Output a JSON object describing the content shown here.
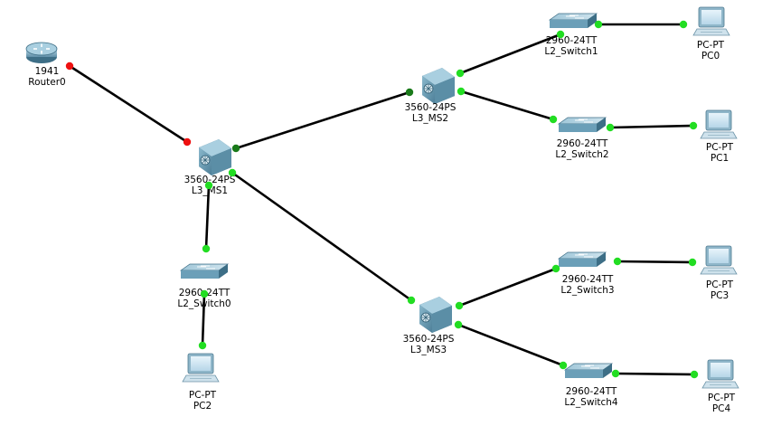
{
  "devices": [
    {
      "id": "router0",
      "model": "1941",
      "name": "Router0",
      "kind": "router"
    },
    {
      "id": "ms1",
      "model": "3560-24PS",
      "name": "L3_MS1",
      "kind": "multilayer-switch"
    },
    {
      "id": "ms2",
      "model": "3560-24PS",
      "name": "L3_MS2",
      "kind": "multilayer-switch"
    },
    {
      "id": "ms3",
      "model": "3560-24PS",
      "name": "L3_MS3",
      "kind": "multilayer-switch"
    },
    {
      "id": "sw0",
      "model": "2960-24TT",
      "name": "L2_Switch0",
      "kind": "switch"
    },
    {
      "id": "sw1",
      "model": "2960-24TT",
      "name": "L2_Switch1",
      "kind": "switch"
    },
    {
      "id": "sw2",
      "model": "2960-24TT",
      "name": "L2_Switch2",
      "kind": "switch"
    },
    {
      "id": "sw3",
      "model": "2960-24TT",
      "name": "L2_Switch3",
      "kind": "switch"
    },
    {
      "id": "sw4",
      "model": "2960-24TT",
      "name": "L2_Switch4",
      "kind": "switch"
    },
    {
      "id": "pc0",
      "model": "PC-PT",
      "name": "PC0",
      "kind": "pc"
    },
    {
      "id": "pc1",
      "model": "PC-PT",
      "name": "PC1",
      "kind": "pc"
    },
    {
      "id": "pc2",
      "model": "PC-PT",
      "name": "PC2",
      "kind": "pc"
    },
    {
      "id": "pc3",
      "model": "PC-PT",
      "name": "PC3",
      "kind": "pc"
    },
    {
      "id": "pc4",
      "model": "PC-PT",
      "name": "PC4",
      "kind": "pc"
    }
  ],
  "links": [
    {
      "from": "router0",
      "to": "ms1",
      "status_from": "down",
      "status_to": "down"
    },
    {
      "from": "ms1",
      "to": "ms2",
      "status_from": "up-dark",
      "status_to": "up-dark"
    },
    {
      "from": "ms1",
      "to": "ms3",
      "status_from": "up",
      "status_to": "up"
    },
    {
      "from": "ms1",
      "to": "sw0",
      "status_from": "up",
      "status_to": "up"
    },
    {
      "from": "ms2",
      "to": "sw1",
      "status_from": "up",
      "status_to": "up"
    },
    {
      "from": "ms2",
      "to": "sw2",
      "status_from": "up",
      "status_to": "up"
    },
    {
      "from": "ms3",
      "to": "sw3",
      "status_from": "up",
      "status_to": "up"
    },
    {
      "from": "ms3",
      "to": "sw4",
      "status_from": "up",
      "status_to": "up"
    },
    {
      "from": "sw0",
      "to": "pc2",
      "status_from": "up",
      "status_to": "up"
    },
    {
      "from": "sw1",
      "to": "pc0",
      "status_from": "up",
      "status_to": "up"
    },
    {
      "from": "sw2",
      "to": "pc1",
      "status_from": "up",
      "status_to": "up"
    },
    {
      "from": "sw3",
      "to": "pc3",
      "status_from": "up",
      "status_to": "up"
    },
    {
      "from": "sw4",
      "to": "pc4",
      "status_from": "up",
      "status_to": "up"
    }
  ],
  "colors": {
    "link": "#000000",
    "up": "#22dd22",
    "up-dark": "#1a7a1a",
    "down": "#ee1111",
    "device_body": "#6b9fb8",
    "device_dark": "#3d6e86",
    "device_light": "#a9cfe0"
  }
}
